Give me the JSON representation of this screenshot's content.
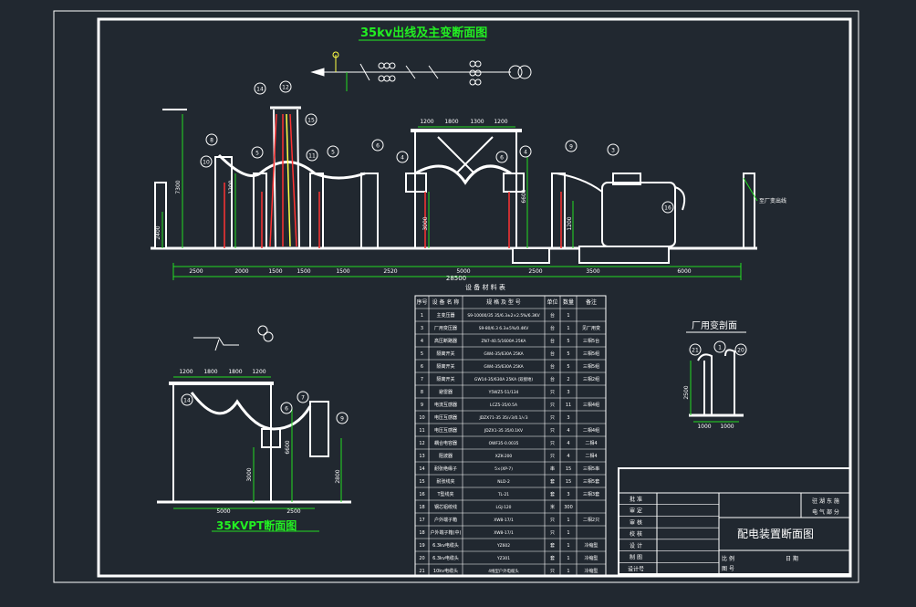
{
  "colors": {
    "background": "#212830",
    "frame": "#ffffff",
    "structure": "#ffffff",
    "dimension": "#22dd22",
    "title": "#22ee22",
    "accent_red": "#ff3333",
    "accent_yellow": "#ffff44",
    "accent_cyan": "#44ddff",
    "table_text": "#ffffff"
  },
  "main_title": "35kv出线及主变断面图",
  "pt_title": "35KVPT断面图",
  "station_title": "厂用变剖面",
  "drawing_name": "配电装置断面图",
  "outlet_label": "至厂变出线",
  "main_dims_top": [
    "1200",
    "1800",
    "1300",
    "1200"
  ],
  "main_dims_bottom": [
    "2500",
    "2000",
    "1500",
    "1500",
    "1500",
    "2520",
    "5000",
    "2500",
    "3500",
    "6000"
  ],
  "main_dim_total": "28500",
  "main_dims_vertical": [
    "7300",
    "2400",
    "1200",
    "3000",
    "6600",
    "1200"
  ],
  "pt_dims_top": [
    "1200",
    "1800",
    "1800",
    "1200"
  ],
  "pt_dims_bottom": [
    "5000",
    "2500"
  ],
  "pt_dims_vertical": [
    "6600",
    "3000",
    "2800"
  ],
  "station_dims": [
    "1000",
    "1000",
    "2500"
  ],
  "callouts_main": [
    "8",
    "10",
    "14",
    "12",
    "15",
    "5",
    "11",
    "5",
    "6",
    "4",
    "4",
    "6",
    "9",
    "3",
    "16"
  ],
  "callouts_pt": [
    "14",
    "6",
    "7",
    "9"
  ],
  "callouts_station": [
    "21",
    "1",
    "20"
  ],
  "table": {
    "title": "设 备 材 料 表",
    "headers": [
      "序号",
      "设 备 名 称",
      "规 格 及 型 号",
      "单位",
      "数量",
      "备注"
    ],
    "rows": [
      [
        "1",
        "主变压器",
        "S9-10000/35  35/6.3±2×2.5%/6.3KV",
        "台",
        "1",
        ""
      ],
      [
        "3",
        "厂用变压器",
        "S9-80/6.3  6.3±5%/0.4KV",
        "台",
        "1",
        "见厂用变"
      ],
      [
        "4",
        "高压断路器",
        "ZN7-40.5/1600A  25KA",
        "台",
        "5",
        "三相5台"
      ],
      [
        "5",
        "隔离开关",
        "GW4-35/630A  25KA",
        "台",
        "5",
        "三相5组"
      ],
      [
        "6",
        "隔离开关",
        "GW4-35/630A  25KA",
        "台",
        "5",
        "三相5组"
      ],
      [
        "7",
        "隔离开关",
        "GW14-35/630A  25KA (双接地)",
        "台",
        "2",
        "三相2组"
      ],
      [
        "8",
        "避雷器",
        "Y5WZ5-51/134",
        "只",
        "3",
        ""
      ],
      [
        "9",
        "电流互感器",
        "LCZ5-35/0.5A",
        "只",
        "11",
        "三相4组"
      ],
      [
        "10",
        "电压互感器",
        "JDZX71-35  35/√3/0.1/√3",
        "只",
        "3",
        ""
      ],
      [
        "11",
        "电压互感器",
        "JDZX1-35  35/0.1KV",
        "只",
        "4",
        "二相4组"
      ],
      [
        "12",
        "耦合电容器",
        "OWF35-0.0035",
        "只",
        "4",
        "二相4"
      ],
      [
        "13",
        "阻波器",
        "XZK-200",
        "只",
        "4",
        "二相4"
      ],
      [
        "14",
        "耐张绝缘子",
        "5×(XP-7)",
        "串",
        "15",
        "三相5串"
      ],
      [
        "15",
        "耐张线夹",
        "NLD-2",
        "套",
        "15",
        "三相5套"
      ],
      [
        "16",
        "T型线夹",
        "TL-21",
        "套",
        "3",
        "三相3套"
      ],
      [
        "18",
        "钢芯铝绞线",
        "LGJ-120",
        "米",
        "300",
        ""
      ],
      [
        "17",
        "户外端子箱",
        "XW8-17/1",
        "只",
        "1",
        "二相2只"
      ],
      [
        "18",
        "户外端子箱(中)",
        "XW8-17/1",
        "只",
        "1",
        ""
      ],
      [
        "19",
        "6.3kv电缆头",
        "YZ602",
        "套",
        "1",
        "冷缩型"
      ],
      [
        "20",
        "6.3kv电缆头",
        "YZ301",
        "套",
        "1",
        "冷缩型"
      ],
      [
        "21",
        "10kv电缆头",
        "4线型户外电缆头",
        "只",
        "1",
        "冷缩型"
      ]
    ]
  },
  "titleblock": {
    "rows": [
      "批 准",
      "审 定",
      "审 核",
      "校 核",
      "设 计",
      "制 图",
      "设计号"
    ],
    "dept1": "驻 湖 东 施",
    "dept2": "电 气 部 分",
    "scale_label": "比 例",
    "date_label": "日 期",
    "figure_label": "图 号"
  }
}
